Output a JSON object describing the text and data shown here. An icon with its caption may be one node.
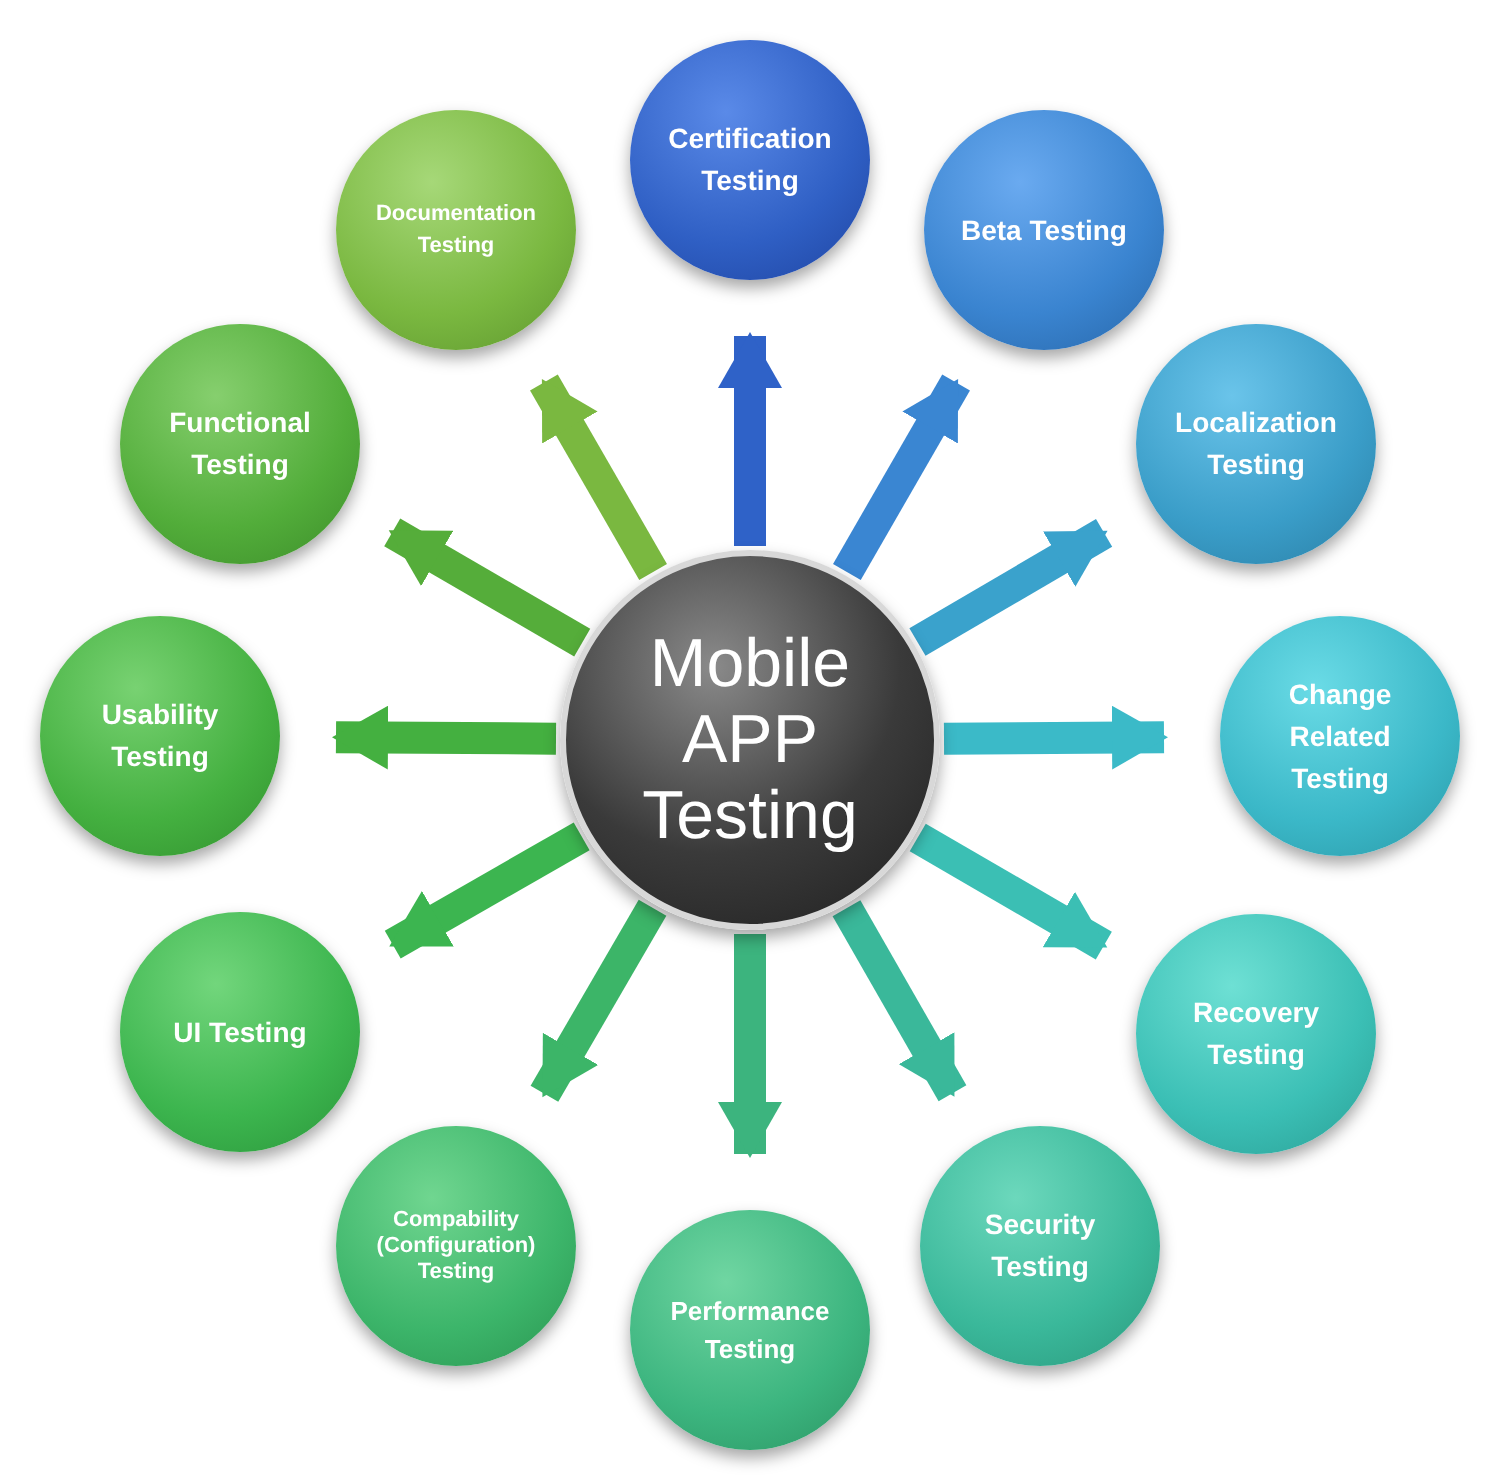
{
  "diagram": {
    "nodes": [
      {
        "text": [
          "Mobile APP Testing"
        ]
      },
      {
        "text": [
          "Certification Testing"
        ]
      },
      {
        "text": [
          "Beta Testing"
        ]
      },
      {
        "text": [
          "Localization Testing"
        ]
      },
      {
        "text": [
          "Change Related Testing"
        ]
      },
      {
        "text": [
          "Recovery Testing"
        ]
      },
      {
        "text": [
          "Security Testing"
        ]
      },
      {
        "text": [
          "Performance Testing"
        ]
      },
      {
        "text": [
          "Compability (Configuration) Testing"
        ]
      },
      {
        "text": [
          "UI Testing"
        ]
      },
      {
        "text": [
          "Usability Testing"
        ]
      },
      {
        "text": [
          "Functional Testing"
        ]
      },
      {
        "text": [
          "Documentation Testing"
        ]
      }
    ],
    "edges": [
      {
        "from": 0,
        "to": 1,
        "arrow": "to",
        "color": "#2f62c8"
      },
      {
        "from": 0,
        "to": 2,
        "arrow": "to",
        "color": "#3a86d2"
      },
      {
        "from": 0,
        "to": 3,
        "arrow": "to",
        "color": "#3aa2cc"
      },
      {
        "from": 0,
        "to": 4,
        "arrow": "to",
        "color": "#3bbac8"
      },
      {
        "from": 0,
        "to": 5,
        "arrow": "to",
        "color": "#3bbfb4"
      },
      {
        "from": 0,
        "to": 6,
        "arrow": "to",
        "color": "#3ab89a"
      },
      {
        "from": 0,
        "to": 7,
        "arrow": "to",
        "color": "#3cb47e"
      },
      {
        "from": 0,
        "to": 8,
        "arrow": "to",
        "color": "#3cb568"
      },
      {
        "from": 0,
        "to": 9,
        "arrow": "to",
        "color": "#3cb550"
      },
      {
        "from": 0,
        "to": 10,
        "arrow": "to",
        "color": "#44b040"
      },
      {
        "from": 0,
        "to": 11,
        "arrow": "to",
        "color": "#55ad3a"
      },
      {
        "from": 0,
        "to": 12,
        "arrow": "to",
        "color": "#7ab840"
      }
    ]
  }
}
